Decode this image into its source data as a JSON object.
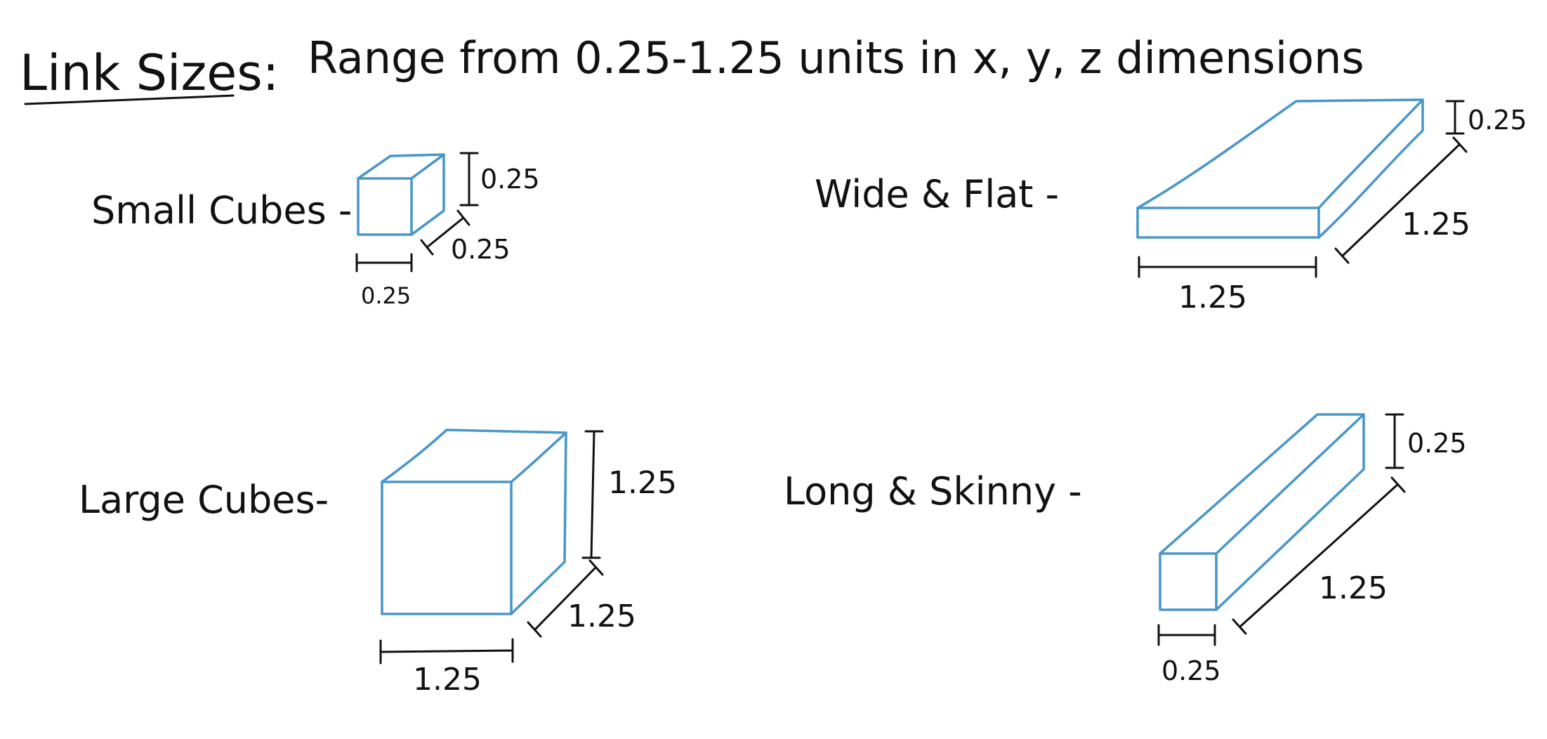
{
  "header": {
    "title": "Link Sizes:",
    "description": "Range from 0.25-1.25 units in x, y, z dimensions"
  },
  "colors": {
    "ink": "#111111",
    "box_stroke": "#4a97c8"
  },
  "links": [
    {
      "label": "Small Cubes -",
      "dims": {
        "height": "0.25",
        "depth": "0.25",
        "width": "0.25"
      }
    },
    {
      "label": "Wide & Flat -",
      "dims": {
        "height": "0.25",
        "depth": "1.25",
        "width": "1.25"
      }
    },
    {
      "label": "Large Cubes-",
      "dims": {
        "height": "1.25",
        "depth": "1.25",
        "width": "1.25"
      }
    },
    {
      "label": "Long & Skinny -",
      "dims": {
        "height": "0.25",
        "depth": "1.25",
        "width": "0.25"
      }
    }
  ]
}
